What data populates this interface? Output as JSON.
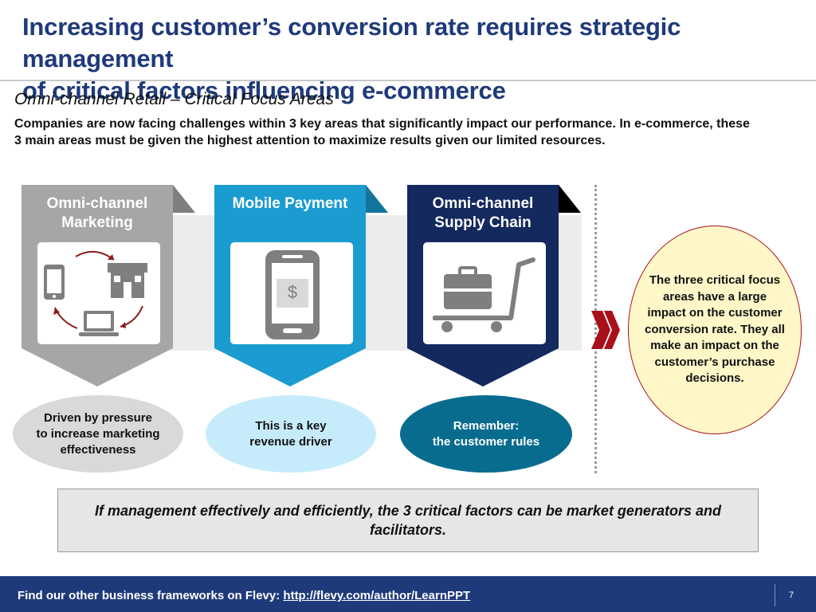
{
  "header": {
    "title_line1": "Increasing customer’s conversion rate requires strategic management",
    "title_line2": "of critical factors influencing e-commerce"
  },
  "section": {
    "subtitle": "Omni-channel Retail – Critical Focus Areas",
    "intro": "Companies are now facing challenges within 3 key areas that significantly impact our performance.  In e-commerce, these 3 main areas must be given the highest attention to maximize results given our limited resources."
  },
  "areas": [
    {
      "title_line1": "Omni-channel",
      "title_line2": "Marketing",
      "icon": "omnichannel-cycle-icon",
      "color": "#a6a6a6",
      "fold_color": "#7f7f7f",
      "oval_line1": "Driven by pressure",
      "oval_line2": "to increase marketing",
      "oval_line3": "effectiveness",
      "oval_color": "#d9d9d9"
    },
    {
      "title_line1": "Mobile Payment",
      "icon": "mobile-payment-icon",
      "icon_symbol": "$",
      "color": "#1b9cd0",
      "fold_color": "#13759c",
      "oval_line1": "This is a key",
      "oval_line2": "revenue driver",
      "oval_color": "#c6ecfb"
    },
    {
      "title_line1": "Omni-channel",
      "title_line2": "Supply Chain",
      "icon": "luggage-cart-icon",
      "color": "#14295e",
      "fold_color": "#000000",
      "oval_line1": "Remember:",
      "oval_line2": "the customer rules",
      "oval_color": "#086c8f"
    }
  ],
  "callout": {
    "text": "The three critical focus areas have a large impact on the customer conversion rate. They all make an impact on the customer’s purchase decisions.",
    "arrow_icon": "double-chevron-right-icon",
    "arrow_color": "#a8101a",
    "fill_color": "#fff7c8"
  },
  "summary": {
    "text": "If management effectively and efficiently, the 3 critical factors can be market generators and facilitators."
  },
  "footer": {
    "text": "Find our other business frameworks on Flevy: ",
    "link_text": "http://flevy.com/author/LearnPPT",
    "page_number": "7"
  }
}
